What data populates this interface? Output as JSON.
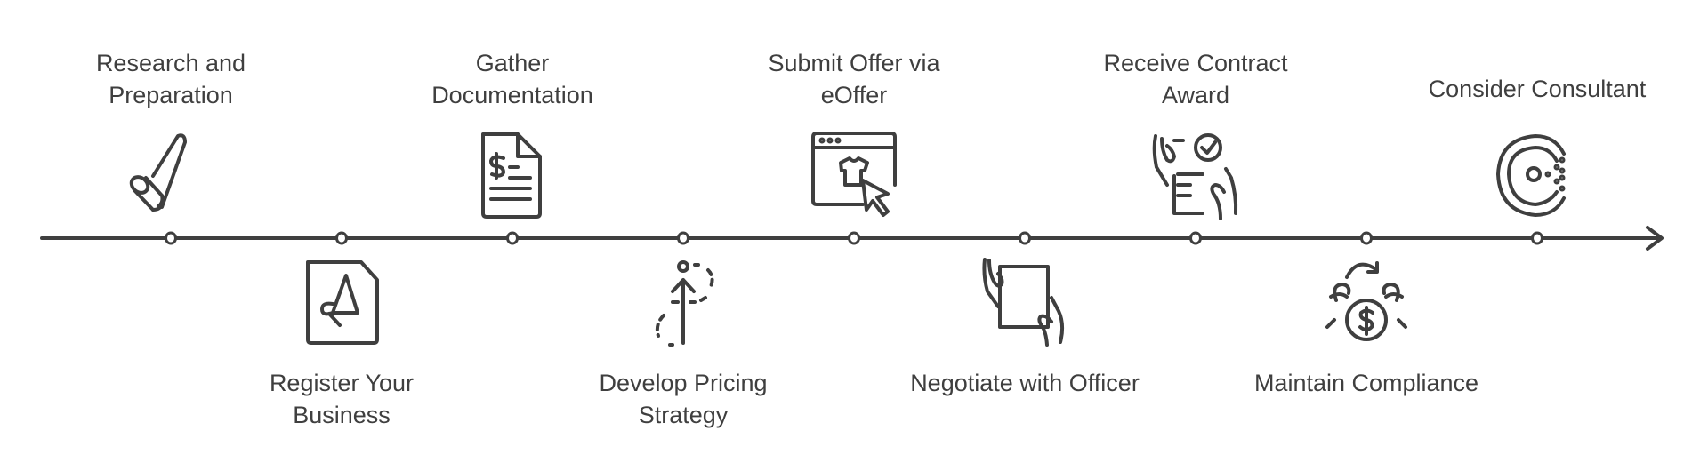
{
  "steps": [
    {
      "label": "Research and Preparation",
      "icon": "telescope-icon",
      "position": "top"
    },
    {
      "label": "Register Your Business",
      "icon": "megaphone-document-icon",
      "position": "bottom"
    },
    {
      "label": "Gather Documentation",
      "icon": "invoice-document-icon",
      "position": "top"
    },
    {
      "label": "Develop Pricing Strategy",
      "icon": "strategy-arrow-icon",
      "position": "bottom"
    },
    {
      "label": "Submit Offer via eOffer",
      "icon": "online-shop-cursor-icon",
      "position": "top"
    },
    {
      "label": "Negotiate with Officer",
      "icon": "hands-tablet-icon",
      "position": "bottom"
    },
    {
      "label": "Receive Contract Award",
      "icon": "contract-check-icon",
      "position": "top"
    },
    {
      "label": "Maintain Compliance",
      "icon": "money-cycle-icon",
      "position": "bottom"
    },
    {
      "label": "Consider Consultant",
      "icon": "consultant-c-icon",
      "position": "top"
    }
  ],
  "colors": {
    "stroke": "#3f3f3f",
    "background": "#ffffff"
  }
}
